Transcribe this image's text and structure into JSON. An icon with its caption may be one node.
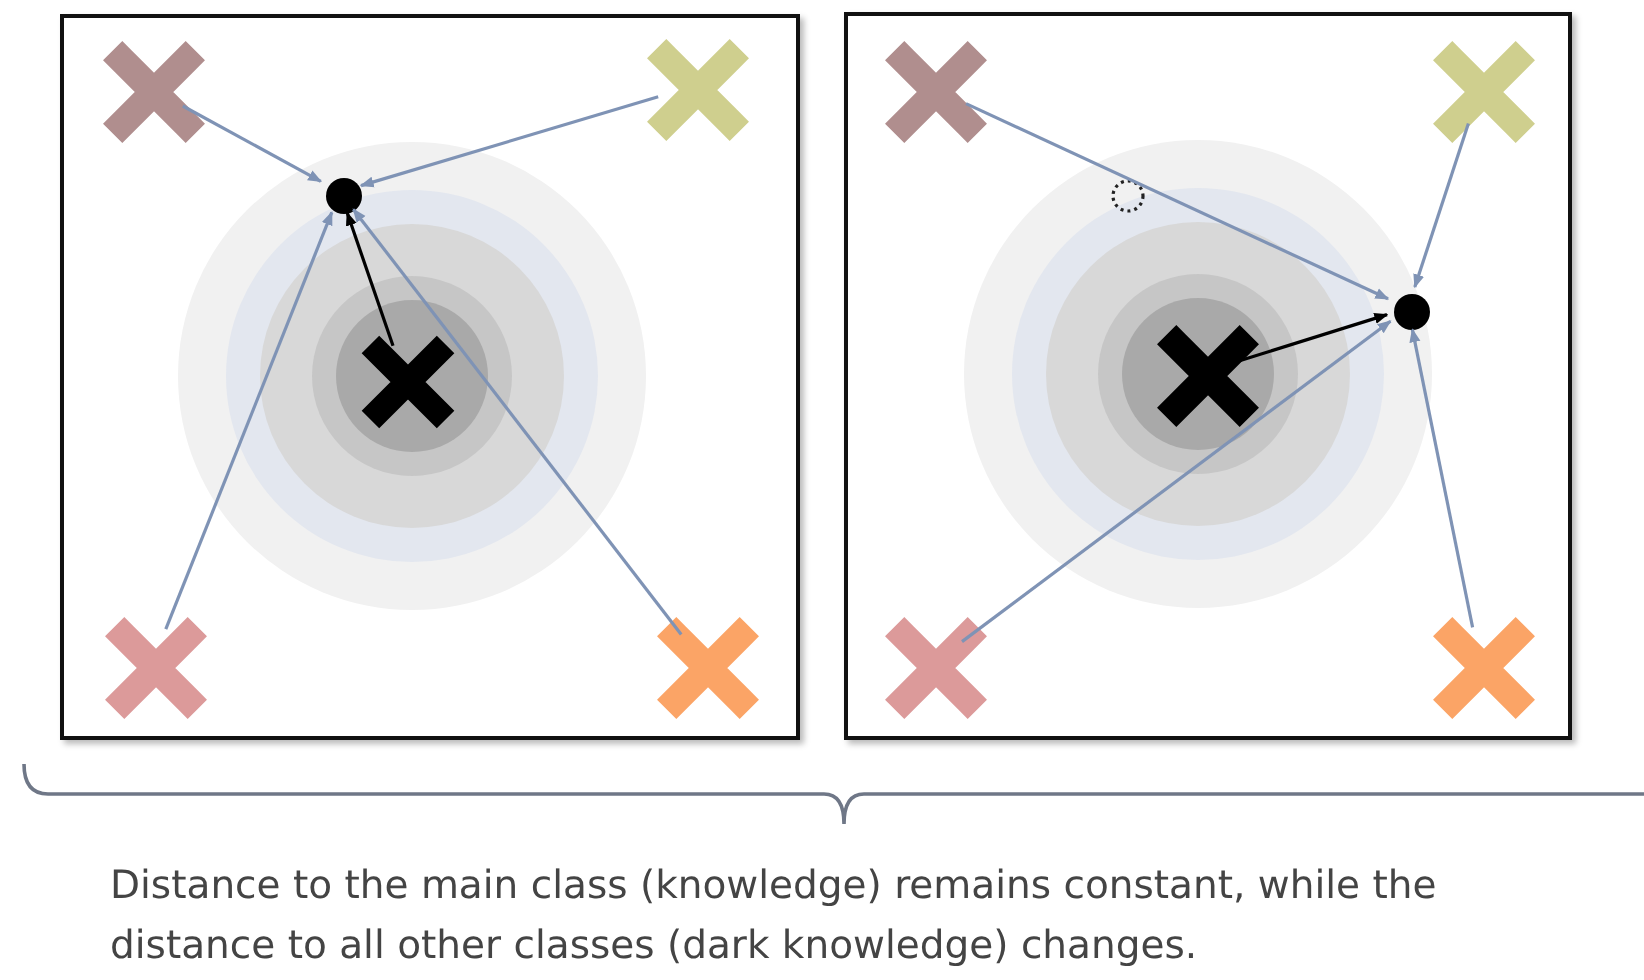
{
  "diagram": {
    "caption": "Distance to the main class (knowledge) remains constant, while the distance to all other classes (dark knowledge) changes.",
    "nodes": [
      {
        "text": [],
        "shape": "box"
      },
      {
        "text": [],
        "shape": "cross",
        "in": 0
      },
      {
        "text": [],
        "shape": "cross",
        "in": 0
      },
      {
        "text": [],
        "shape": "circle",
        "in": 0
      },
      {
        "text": [],
        "shape": "cross",
        "in": 0
      },
      {
        "text": [],
        "shape": "cross",
        "in": 0
      },
      {
        "text": [],
        "shape": "cross",
        "in": 0
      },
      {
        "text": [],
        "shape": "box"
      },
      {
        "text": [],
        "shape": "cross",
        "in": 7
      },
      {
        "text": [],
        "shape": "cross",
        "in": 7
      },
      {
        "text": [],
        "shape": "circle",
        "in": 7
      },
      {
        "text": [],
        "shape": "circle",
        "in": 7
      },
      {
        "text": [],
        "shape": "cross",
        "in": 7
      },
      {
        "text": [],
        "shape": "cross",
        "in": 7
      },
      {
        "text": [],
        "shape": "cross",
        "in": 7
      }
    ],
    "edges": [
      {
        "from": 1,
        "to": 3,
        "arrow": "to"
      },
      {
        "from": 2,
        "to": 3,
        "arrow": "to"
      },
      {
        "from": 4,
        "to": 3,
        "arrow": "to",
        "color": "#000000"
      },
      {
        "from": 5,
        "to": 3,
        "arrow": "to"
      },
      {
        "from": 6,
        "to": 3,
        "arrow": "to"
      },
      {
        "from": 8,
        "to": 11,
        "arrow": "to"
      },
      {
        "from": 9,
        "to": 11,
        "arrow": "to"
      },
      {
        "from": 12,
        "to": 11,
        "arrow": "to",
        "color": "#000000"
      },
      {
        "from": 13,
        "to": 11,
        "arrow": "to"
      },
      {
        "from": 14,
        "to": 11,
        "arrow": "to"
      }
    ]
  }
}
